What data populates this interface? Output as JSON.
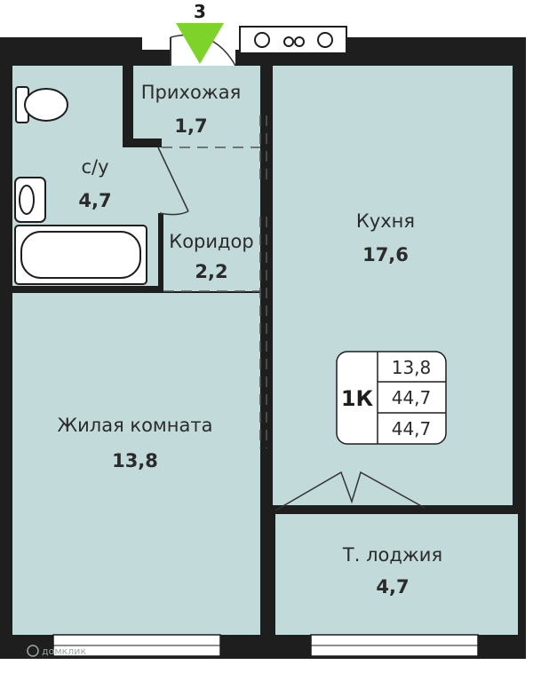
{
  "entrance": {
    "number": "3"
  },
  "rooms": {
    "hall": {
      "label": "Прихожая",
      "area": "1,7"
    },
    "bathroom": {
      "label": "с/у",
      "area": "4,7"
    },
    "corridor": {
      "label": "Коридор",
      "area": "2,2"
    },
    "kitchen": {
      "label": "Кухня",
      "area": "17,6"
    },
    "living": {
      "label": "Жилая комната",
      "area": "13,8"
    },
    "loggia": {
      "label": "Т. лоджия",
      "area": "4,7"
    }
  },
  "summary": {
    "type": "1К",
    "values": [
      "13,8",
      "44,7",
      "44,7"
    ]
  },
  "watermark": "домклик",
  "colors": {
    "floor": "#c2dad9",
    "wall": "#1e1e1e",
    "entry_marker": "#7ed32a"
  }
}
